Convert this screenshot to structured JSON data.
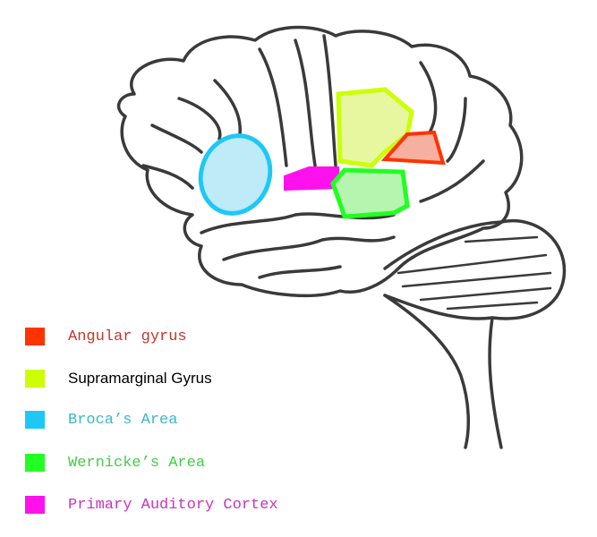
{
  "legend": [
    {
      "label": "Angular gyrus",
      "color": "#ff3300",
      "text_color": "#c0392b"
    },
    {
      "label": "Supramarginal Gyrus",
      "color": "#ccff00",
      "text_color": "#000000"
    },
    {
      "label": "Broca’s Area",
      "color": "#1ec8f5",
      "text_color": "#3cb7c8"
    },
    {
      "label": "Wernicke’s Area",
      "color": "#22ff22",
      "text_color": "#44cc44"
    },
    {
      "label": "Primary Auditory Cortex",
      "color": "#ff11ee",
      "text_color": "#cc33bb"
    }
  ]
}
